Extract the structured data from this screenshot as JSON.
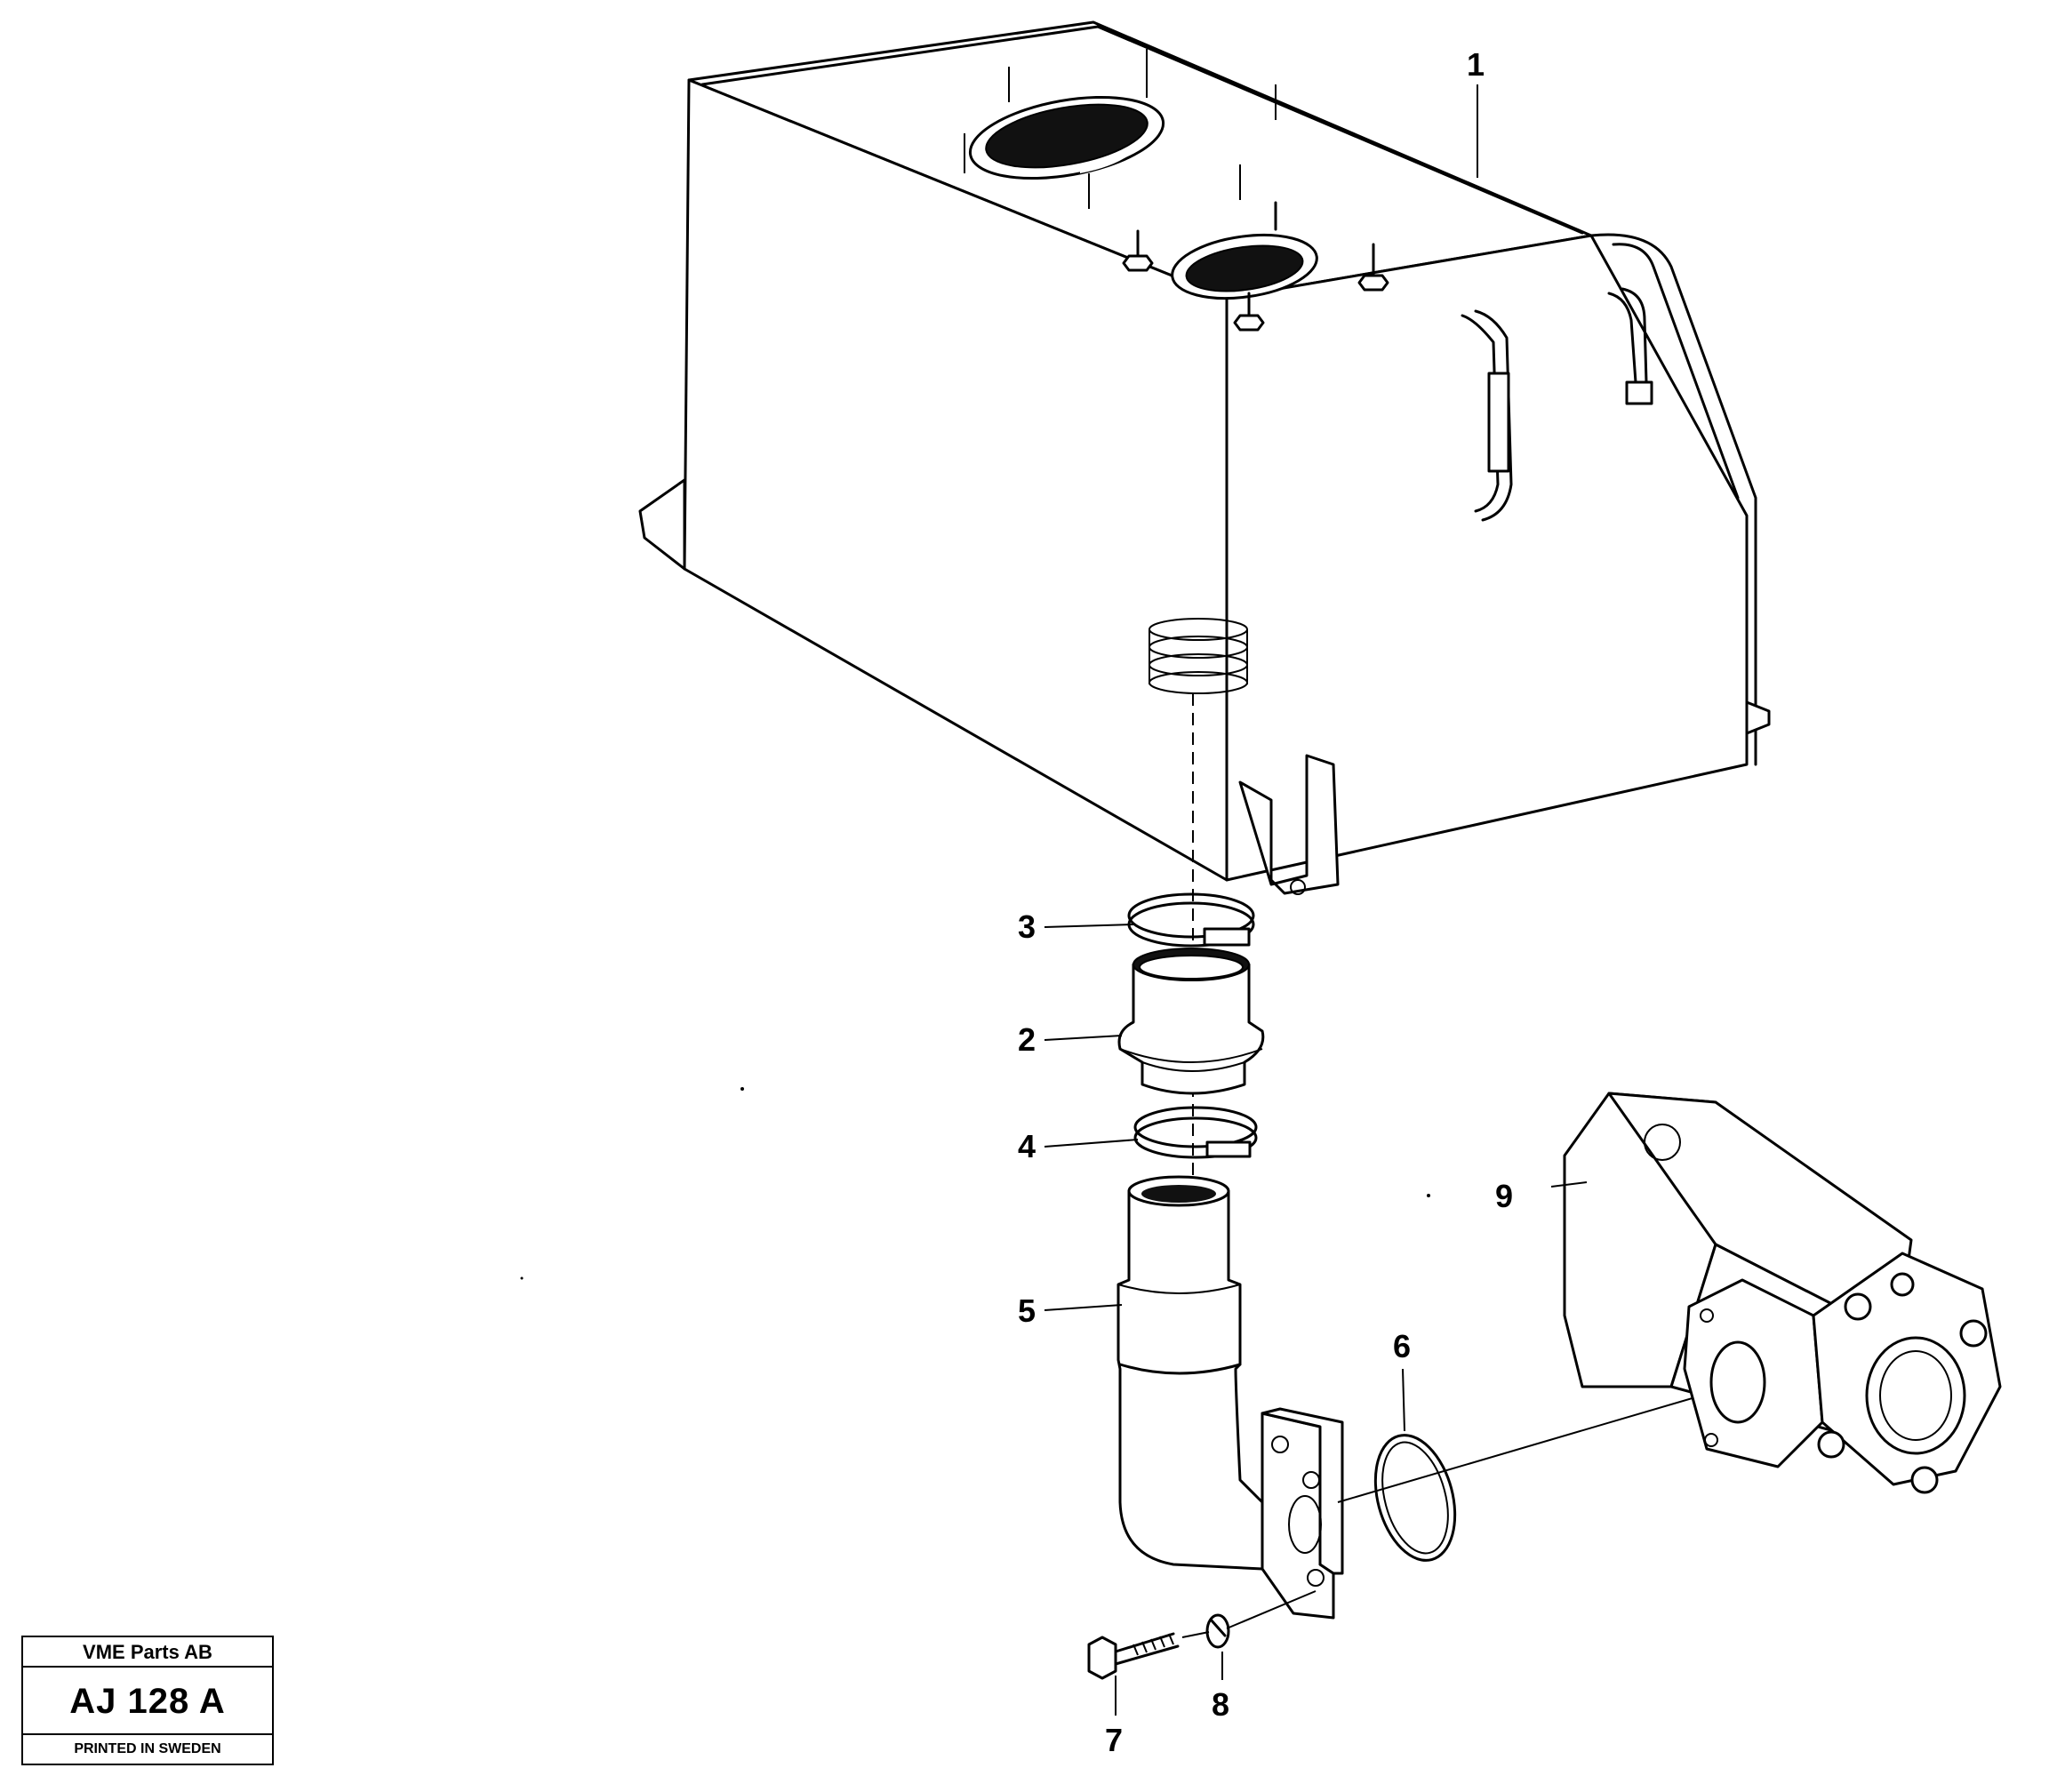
{
  "callouts": [
    {
      "number": "1"
    },
    {
      "number": "2"
    },
    {
      "number": "3"
    },
    {
      "number": "4"
    },
    {
      "number": "5"
    },
    {
      "number": "6"
    },
    {
      "number": "7"
    },
    {
      "number": "8"
    },
    {
      "number": "9"
    }
  ],
  "title_block": {
    "company": "VME Parts AB",
    "code": "AJ 128  A",
    "printed": "PRINTED IN SWEDEN"
  }
}
